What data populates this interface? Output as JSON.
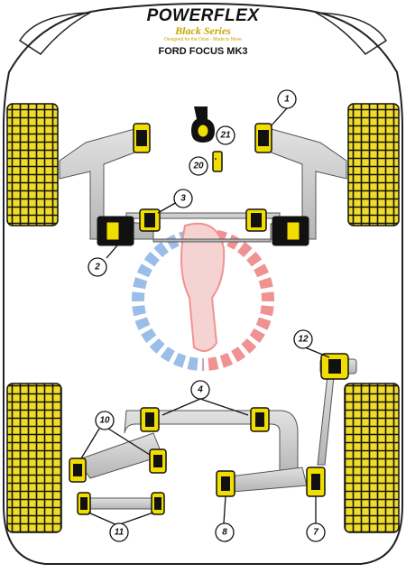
{
  "brand": {
    "name": "POWERFLEX",
    "series": "Black Series",
    "tagline": "Designed for the Drive - Made to Move"
  },
  "vehicle": {
    "model": "FORD FOCUS MK3"
  },
  "parts": [
    {
      "label": "1"
    },
    {
      "label": "2"
    },
    {
      "label": "3"
    },
    {
      "label": "4"
    },
    {
      "label": "7"
    },
    {
      "label": "8"
    },
    {
      "label": "10"
    },
    {
      "label": "11"
    },
    {
      "label": "12"
    },
    {
      "label": "20"
    },
    {
      "label": "21"
    }
  ],
  "colors": {
    "bushing": "#f2dd00",
    "bushing_outline": "#111111",
    "subframe": "#c8c8c8",
    "tyre_fill": "#f0dc28",
    "tyre_pattern": "#111111",
    "watermark_red": "#e63a3a",
    "watermark_blue": "#4a88d8"
  }
}
